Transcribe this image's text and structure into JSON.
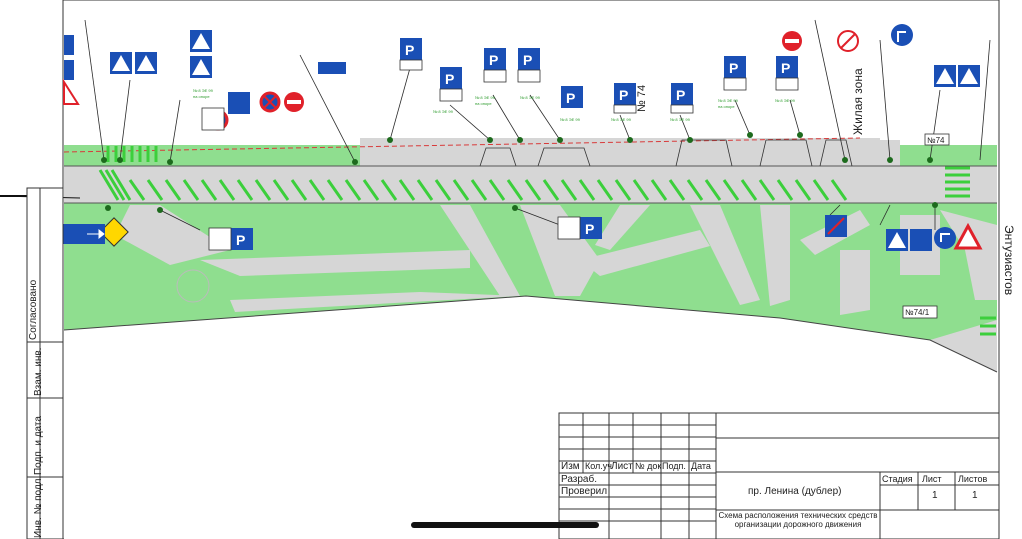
{
  "drawing": {
    "house_numbers": [
      "№ 74",
      "№74",
      "№74/1"
    ],
    "street_vertical": "Энтузиастов",
    "zone_label": "Жилая зона",
    "dim_label": "№ 8 ЭЕ 99",
    "dim_label_b": "на опоре"
  },
  "sidebar_stamp": {
    "soglasovano": "Согласовано",
    "vzam_inv": "Взам. инв.",
    "podp_data": "Подп. и дата",
    "inv_podl": "Инв. № подл."
  },
  "title_block": {
    "col_izm": "Изм",
    "col_kol": "Кол.уч",
    "col_list": "Лист",
    "col_doc": "№ док",
    "col_podp": "Подп.",
    "col_data": "Дата",
    "razrab": "Разраб.",
    "proveril": "Проверил",
    "object": "пр. Ленина (дублер)",
    "stage_h": "Стадия",
    "sheet_h": "Лист",
    "sheets_h": "Листов",
    "sheet_v": "1",
    "sheets_v": "1",
    "title": "Схема расположения технических средств организации дорожного движения"
  },
  "signs": [
    {
      "icon": "pedestrian-crossing-icon"
    },
    {
      "icon": "no-stopping-icon"
    },
    {
      "icon": "no-entry-icon"
    },
    {
      "icon": "parking-icon"
    },
    {
      "icon": "disabled-parking-icon"
    },
    {
      "icon": "priority-road-icon"
    },
    {
      "icon": "give-way-icon"
    },
    {
      "icon": "turn-direction-icon"
    }
  ],
  "colors": {
    "grass": "#8fde8f",
    "pavement": "#d6d6d6",
    "sign_blue": "#1a4fb5",
    "sign_red": "#e0212a",
    "marking_green": "#3ccf3c"
  }
}
